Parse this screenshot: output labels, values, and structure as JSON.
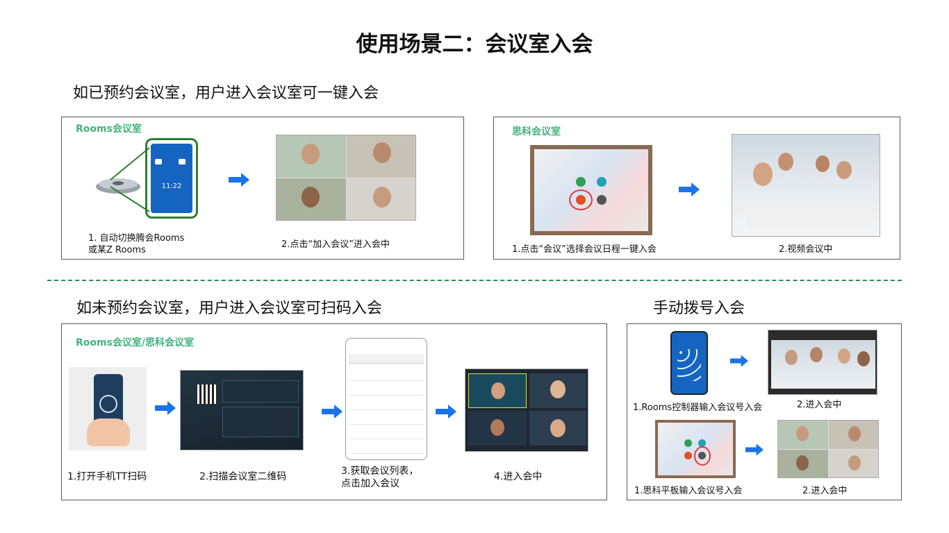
{
  "page": {
    "title": "使用场景二：会议室入会"
  },
  "section1": {
    "heading": "如已预约会议室，用户进入会议室可一键入会",
    "left_panel": {
      "label": "Rooms会议室",
      "device_time": "11:22",
      "step1": "1. 自动切换腾会Rooms",
      "step1b": "或某Z Rooms",
      "step2": "2.点击“加入会议”进入会中"
    },
    "right_panel": {
      "label": "思科会议室",
      "step1": "1.点击“会议”选择会议日程一键入会",
      "step2": "2.视频会议中"
    }
  },
  "section2": {
    "heading": "如未预约会议室，用户进入会议室可扫码入会",
    "panel_label": "Rooms会议室/思科会议室",
    "steps": [
      "1.打开手机TT扫码",
      "2.扫描会议室二维码",
      "3.获取会议列表，",
      "点击加入会议",
      "4.进入会中"
    ]
  },
  "section3": {
    "heading": "手动拨号入会",
    "row1_step1": "1.Rooms控制器输入会议号入会",
    "row1_step2": "2.进入会中",
    "row2_step1": "1.思科平板输入会议号入会",
    "row2_step2": "2.进入会中"
  },
  "colors": {
    "accent_green": "#43b27f",
    "arrow_blue": "#1a73e8",
    "divider": "#2e8b57"
  }
}
